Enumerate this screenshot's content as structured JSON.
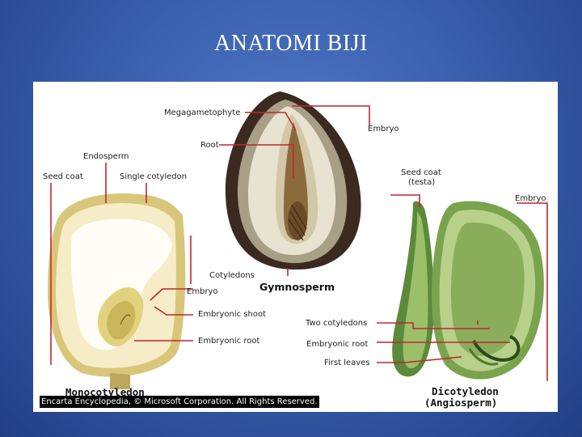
{
  "slide": {
    "title": "ANATOMI BIJI"
  },
  "labels": {
    "megagametophyte": "Megagametophyte",
    "embryo_gym": "Embryo",
    "root": "Root",
    "endosperm": "Endosperm",
    "seed_coat": "Seed coat",
    "single_cotyledon": "Single cotyledon",
    "seed_coat_testa_1": "Seed coat",
    "seed_coat_testa_2": "(testa)",
    "embryo_dicot": "Embryo",
    "cotyledons": "Cotyledons",
    "gymnosperm": "Gymnosperm",
    "embryo_mono": "Embryo",
    "embryonic_shoot": "Embryonic shoot",
    "two_cotyledons": "Two cotyledons",
    "embryonic_root_mono": "Embryonic root",
    "embryonic_root_dicot": "Embryonic root",
    "first_leaves": "First leaves",
    "monocotyledon": "Monocotyledon",
    "dicotyledon": "Dicotyledon",
    "angiosperm": "(Angiosperm)"
  },
  "copyright": "Encarta Encyclopedia, © Microsoft Corporation. All Rights Reserved.",
  "colors": {
    "leader_line": "#c0272d",
    "background": "#3a60ae",
    "panel": "#ffffff"
  }
}
